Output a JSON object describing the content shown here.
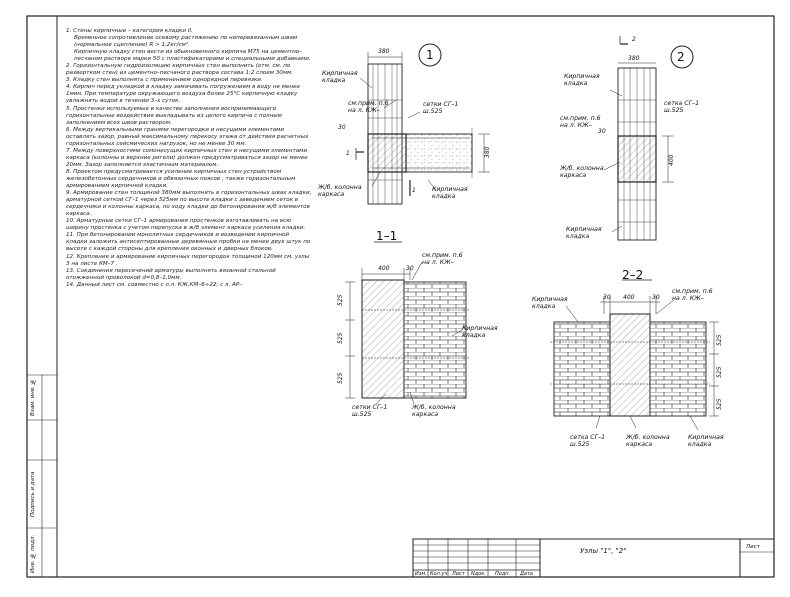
{
  "notes": [
    "1. Стены кирпичные – категория кладки II.",
    "Временное сопротивление осевому растяжению по неперевязанным швам (нормальное сцепление) R  > 1,2кг/см².",
    "Кирпичную кладку стен вести из обыкновенного кирпича М75 на цементно–песчаном растворе марки 50 с пластификаторами и специальными добавками.",
    "2. Горизонтальную гидроизоляцию кирпичных стен выполнить (отм. см. по развертком стен) из цементно–песчаного раствора состава 1:2 слоем 30мм.",
    "3. Кладку стен выполнять с применением однорядной перевязки.",
    "4. Кирпич перед укладкой в кладку замачивать погружением в воду не менее 1мин. При температуре окружающего воздуха более 25°С кирпичную кладку увлажнять водой в течении 3–х суток.",
    "5. Простенки используемые в качестве заполнения воспринимающего горизонтальные воздействия выкладывать из целого кирпича с полным заполнением всех швов раствором.",
    "6. Между вертикальными гранями перегородки и несущими элементами оставлять зазор, равный максимальному перекосу этажа от действия расчетных горизонтальных сейсмических нагрузок, но не менее 30 мм.",
    "7. Между поверхностями сомонесущих кирпичных стен и несущими элементами каркаса (колонны и верхние ригели) должен предусматриваться зазор не менее 20мм. Зазор заполняется эластичным материалом.",
    "8. Проектом предусматривается усиление кирпичных стен устройством железобетонных сердечников и обвязочных поясов , также горизонтальным армированием кирпичной кладки.",
    "9. Армирование стен толщиной 380мм выполнять в горизонтальных швах кладки, арматурной сеткой СГ–1 через 525мм по высоте кладки с заведением сеток в сердечники и колонны каркаса, по ходу кладки до бетонирования ж/б элементов каркаса.",
    "10. Арматурные сетки СГ–1 армирования простенков изготавливать на всю ширину простенка с учетом перепуска в ж/б элемент каркаса усиления кладки.",
    "11. При бетонировании монолитных сердечников и возведении кирпичной кладки заложить антисептированные деревянные пробки не менее двух штук по высоте с каждой стороны для крепления оконных и дверных блоков.",
    "12. Крепление и армирование кирпичных перегородок толщиной 120мм см. узлы 3 на листе КМ–7 .",
    "13. Соединения пересечений арматуры выполнять вязанной стальной отожженной проволокой d=0,8–1,0мм.",
    "14. Данный лист см. совместно с л.л. КЖ,КМ–6÷22, с л. АР–"
  ],
  "stamp": [
    "Инв. № подл.",
    "Подпись и дата",
    "Взам. инв. №"
  ],
  "titleblock": {
    "cols": [
      "Изм.",
      "Кол.уч",
      "Лист",
      "Nдок.",
      "Подп.",
      "Дата"
    ],
    "title": "Узлы \"1\", \"2\"",
    "sheet": "Лист"
  },
  "node1": {
    "number": "1",
    "kladka": "Кирпичная кладка",
    "note": "см.прим. п.6 на л. КЖ–",
    "setka": "сетки СГ–1 ш.525",
    "kolonna": "Ж/б. колонна каркаса",
    "kladka2": "Кирпичная кладка",
    "dim_top": "380",
    "dim_right": "380",
    "dim_gap": "30",
    "cut": "1"
  },
  "node2": {
    "number": "2",
    "kladka": "Кирпичная кладка",
    "setka": "сетка СГ–1 ш.525",
    "note": "см.прим. п.6 на л. КЖ–",
    "kolonna": "Ж/б. колонна каркаса",
    "kladka2": "Кирпичная кладка",
    "dim_top": "380",
    "dim_side": "400",
    "dim_gap": "30",
    "cut": "2"
  },
  "section11": {
    "title": "1–1",
    "note": "см.прим. п.6 на л. КЖ–",
    "dim_top": "400",
    "dim_gap": "30",
    "dims_v": [
      "525",
      "525",
      "525"
    ],
    "kladka": "Кирпичная кладка",
    "setka": "сетки СГ–1 ш.525",
    "kolonna": "Ж/б. колонна каркаса"
  },
  "section22": {
    "title": "2–2",
    "note": "см.прим. п.6 на л. КЖ–",
    "kladka_top": "Кирпичная кладка",
    "dim_gap1": "30",
    "dim_top": "400",
    "dim_gap2": "30",
    "dims_v": [
      "525",
      "525",
      "525"
    ],
    "setka": "сетка СГ–1 ш.525",
    "kolonna": "Ж/б. колонна каркаса",
    "kladka": "Кирпичная кладка"
  }
}
